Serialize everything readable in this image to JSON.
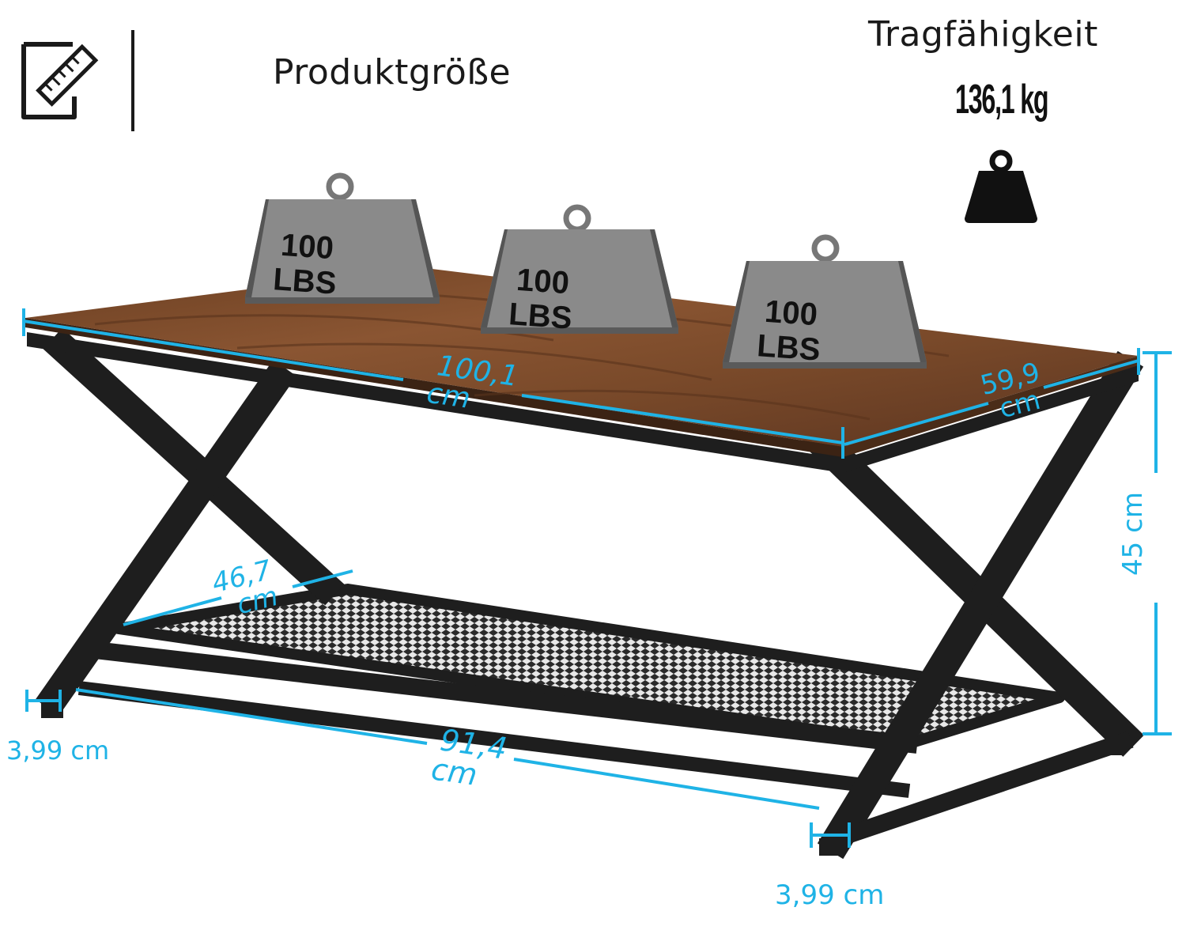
{
  "header": {
    "title": "Produktgröße"
  },
  "capacity": {
    "label": "Tragfähigkeit",
    "value": "136,1 kg"
  },
  "weights": [
    {
      "line1": "100",
      "line2": "LBS"
    },
    {
      "line1": "100",
      "line2": "LBS"
    },
    {
      "line1": "100",
      "line2": "LBS"
    }
  ],
  "dimensions": {
    "top_length": {
      "value": "100,1",
      "unit": "cm"
    },
    "top_depth": {
      "value": "59,9",
      "unit": "cm"
    },
    "height": "45 cm",
    "shelf_depth": {
      "value": "46,7",
      "unit": "cm"
    },
    "bottom_length": {
      "value": "91,4",
      "unit": "cm"
    },
    "leg_left": "3,99 cm",
    "leg_right": "3,99 cm"
  },
  "icons": {
    "ruler": "ruler-pencil-icon",
    "weight": "weight-icon"
  },
  "colors": {
    "dimension": "#1fb3e6",
    "tabletop": "#7a4a2a",
    "frame": "#1e1e1e",
    "weight": "#8a8a8a"
  }
}
